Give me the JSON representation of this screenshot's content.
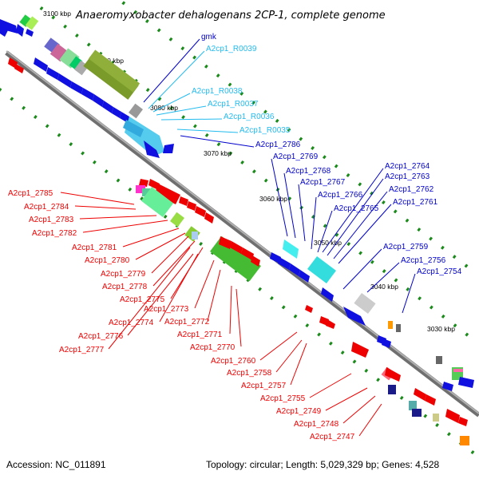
{
  "map": {
    "title": "Anaeromyxobacter dehalogenans 2CP-1, complete genome",
    "accession": "Accession: NC_011891",
    "summary": "Topology: circular; Length: 5,029,329 bp; Genes: 4,528",
    "ticks": [
      "3100 kbp",
      "3090 kbp",
      "3080 kbp",
      "3070 kbp",
      "3060 kbp",
      "3050 kbp",
      "3040 kbp",
      "3030 kbp"
    ],
    "colors": {
      "backbone": "#888888",
      "forward_label": "#0000cc",
      "rna_label": "#22bbee",
      "reverse_label": "#ee0000",
      "forward_cds": "#1010e0",
      "reverse_cds": "#ee0000",
      "rna": "#55ccee",
      "tick_marks": "#1a8a1a"
    },
    "forward_labels": [
      "gmk",
      "A2cp1_2786",
      "A2cp1_2769",
      "A2cp1_2768",
      "A2cp1_2767",
      "A2cp1_2766",
      "A2cp1_2765",
      "A2cp1_2764",
      "A2cp1_2763",
      "A2cp1_2762",
      "A2cp1_2761",
      "A2cp1_2759",
      "A2cp1_2756",
      "A2cp1_2754"
    ],
    "rna_labels": [
      "A2cp1_R0039",
      "A2cp1_R0038",
      "A2cp1_R0037",
      "A2cp1_R0036",
      "A2cp1_R0035"
    ],
    "reverse_labels": [
      "A2cp1_2785",
      "A2cp1_2784",
      "A2cp1_2783",
      "A2cp1_2782",
      "A2cp1_2781",
      "A2cp1_2780",
      "A2cp1_2779",
      "A2cp1_2778",
      "A2cp1_2775",
      "A2cp1_2773",
      "A2cp1_2774",
      "A2cp1_2772",
      "A2cp1_2776",
      "A2cp1_2771",
      "A2cp1_2777",
      "A2cp1_2770",
      "A2cp1_2760",
      "A2cp1_2758",
      "A2cp1_2757",
      "A2cp1_2755",
      "A2cp1_2749",
      "A2cp1_2748",
      "A2cp1_2747"
    ]
  }
}
